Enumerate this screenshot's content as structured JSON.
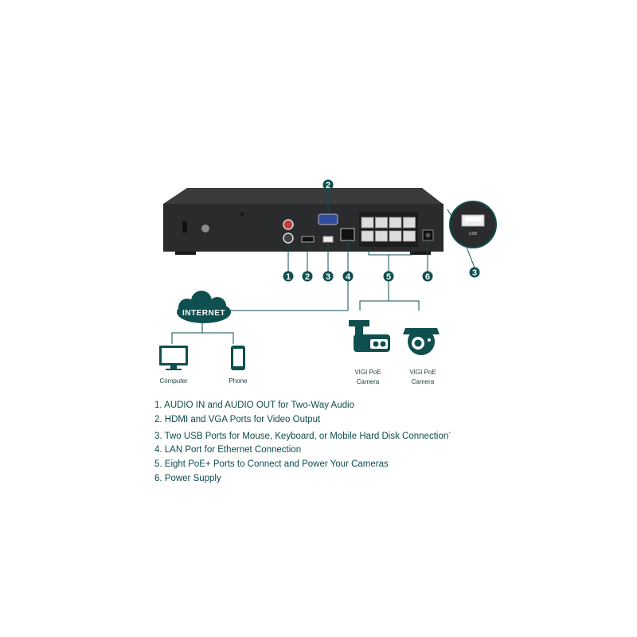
{
  "callouts": [
    "1",
    "2",
    "3",
    "4",
    "5",
    "6",
    "3"
  ],
  "cloud_label": "INTERNET",
  "devices": {
    "computer": "Computer",
    "phone": "Phone",
    "camera_bullet": [
      "VIGI PoE",
      "Camera"
    ],
    "camera_turret": [
      "VIGI PoE",
      "Camera"
    ]
  },
  "usb_zoom_label": "USB",
  "legend": [
    "1. AUDIO IN and AUDIO OUT for Two-Way Audio",
    "2. HDMI and VGA Ports for Video Output",
    "3. Two USB Ports for Mouse, Keyboard, or Mobile Hard Disk Connection",
    "4. LAN Port for Ethernet Connection",
    "5. Eight PoE+ Ports to Connect and Power Your Cameras",
    "6. Power Supply"
  ],
  "legend_superscript": "⁴",
  "colors": {
    "accent": "#0f4f4f",
    "device_body": "#2a2b2d",
    "device_top": "#3a3b3d",
    "line": "#0f4f4f"
  }
}
